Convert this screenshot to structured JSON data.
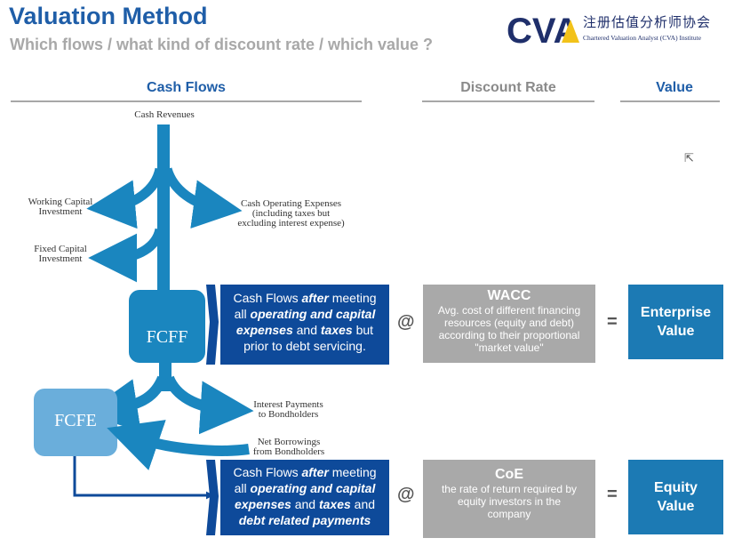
{
  "header": {
    "title": "Valuation Method",
    "subtitle": "Which flows / what kind of discount rate / which value ?"
  },
  "logo": {
    "letters": "CVA",
    "cn": "注册估值分析师协会",
    "en": "Chartered Valuation Analyst (CVA) Institute"
  },
  "columns": {
    "cash_flows": "Cash Flows",
    "discount_rate": "Discount Rate",
    "value": "Value"
  },
  "flow_labels": {
    "cash_revenues": "Cash Revenues",
    "working_capital_1": "Working Capital",
    "working_capital_2": "Investment",
    "fixed_capital_1": "Fixed Capital",
    "fixed_capital_2": "Investment",
    "cash_opex_1": "Cash Operating Expenses",
    "cash_opex_2": "(including taxes but",
    "cash_opex_3": "excluding interest expense)",
    "interest_1": "Interest Payments",
    "interest_2": "to Bondholders",
    "net_borrow_1": "Net Borrowings",
    "net_borrow_2": "from Bondholders",
    "fcff": "FCFF",
    "fcfe": "FCFE"
  },
  "rows": {
    "fcff": {
      "desc_1": "Cash Flows ",
      "desc_1b": "after",
      "desc_1c": " meeting",
      "desc_2a": "all ",
      "desc_2b": "operating and capital",
      "desc_3a": "expenses",
      "desc_3b": " and ",
      "desc_3c": "taxes",
      "desc_3d": " but",
      "desc_4": "prior to debt servicing.",
      "at": "@",
      "rate_title": "WACC",
      "rate_1": "Avg. cost of different financing",
      "rate_2": "resources (equity and debt)",
      "rate_3": "according to their proportional",
      "rate_4": "\"market value\"",
      "eq": "=",
      "value_1": "Enterprise",
      "value_2": "Value"
    },
    "fcfe": {
      "desc_1": "Cash Flows ",
      "desc_1b": "after",
      "desc_1c": " meeting",
      "desc_2a": "all ",
      "desc_2b": "operating and capital",
      "desc_3a": "expenses",
      "desc_3b": " and ",
      "desc_3c": "taxes",
      "desc_3d": " and",
      "desc_4": "debt related payments",
      "at": "@",
      "rate_title": "CoE",
      "rate_1": "the rate of return required by",
      "rate_2": "equity investors in the",
      "rate_3": "company",
      "eq": "=",
      "value_1": "Equity",
      "value_2": "Value"
    }
  },
  "colors": {
    "title_blue": "#1f5ea8",
    "flow_blue": "#1a86bf",
    "dark_blue": "#0e4a9a",
    "grey": "#a9a9a9",
    "value_blue": "#1c7ab4",
    "fcfe_light": "#6aaedb"
  }
}
